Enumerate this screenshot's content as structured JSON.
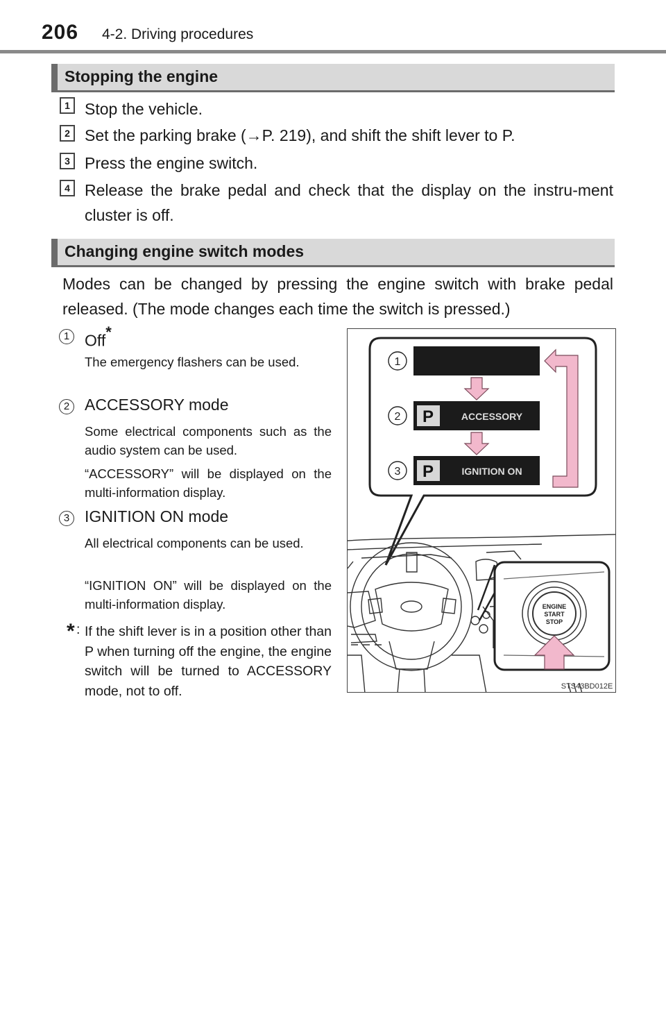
{
  "header": {
    "page_number": "206",
    "chapter": "4-2. Driving procedures"
  },
  "section1": {
    "title": "Stopping the engine",
    "steps": [
      {
        "num": "1",
        "text": "Stop the vehicle."
      },
      {
        "num": "2",
        "text": "Set the parking brake (→P. 219), and shift the shift lever to P."
      },
      {
        "num": "3",
        "text": "Press the engine switch."
      },
      {
        "num": "4",
        "text": "Release the brake pedal and check that the display on the instru-ment cluster is off."
      }
    ]
  },
  "section2": {
    "title": "Changing engine switch modes",
    "intro": "Modes can be changed by pressing the engine switch with brake pedal released. (The mode changes each time the switch is pressed.)",
    "modes": [
      {
        "num": "1",
        "title": "Off",
        "mark": "*",
        "desc": [
          "The emergency flashers can be used."
        ]
      },
      {
        "num": "2",
        "title": "ACCESSORY mode",
        "desc": [
          "Some electrical components such as the audio system can be used.",
          "“ACCESSORY” will be displayed on the multi-information display."
        ]
      },
      {
        "num": "3",
        "title": "IGNITION ON mode",
        "desc": [
          "All electrical components can be used.",
          "“IGNITION ON” will be displayed on the multi-information display."
        ]
      }
    ],
    "footnote": {
      "mark": "*",
      "text": "If the shift lever is in a position other than P when turning off the engine, the engine switch will be turned to ACCESSORY mode, not to off."
    }
  },
  "figure": {
    "callouts": [
      "1",
      "2",
      "3"
    ],
    "display_p": "P",
    "display_accessory": "ACCESSORY",
    "display_ignition": "IGNITION ON",
    "button_lines": [
      "ENGINE",
      "START",
      "STOP"
    ],
    "code": "STS43BD012E",
    "arrow_color": "#f2b8cc",
    "arrow_stroke": "#7a4a5a"
  }
}
